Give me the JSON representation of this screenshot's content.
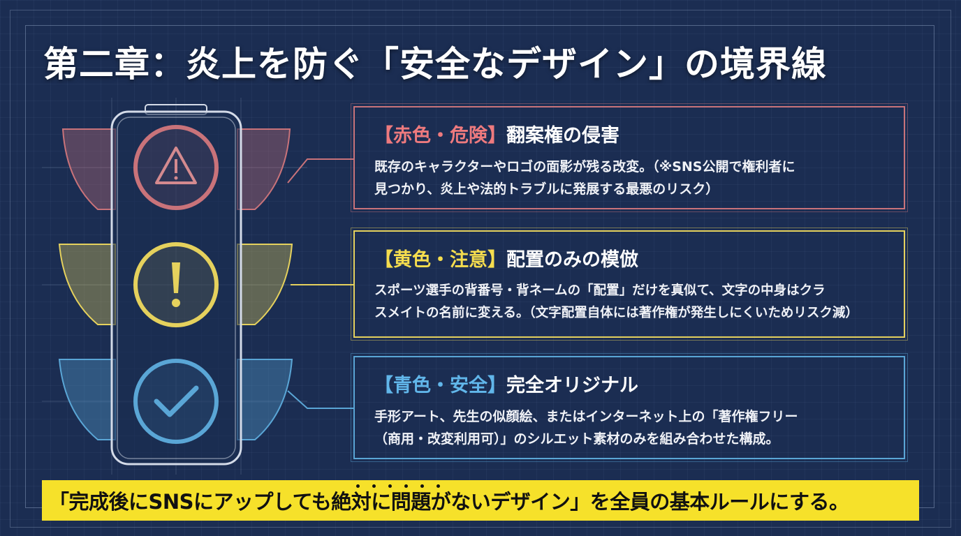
{
  "title": "第二章：炎上を防ぐ「安全なデザイン」の境界線",
  "colors": {
    "background": "#1b2d52",
    "red": "#ee7a7e",
    "yellow": "#f5dd4e",
    "blue": "#61b6ea",
    "banner": "#f6e12a"
  },
  "lights": [
    {
      "color": "red",
      "icon": "warning-triangle-icon"
    },
    {
      "color": "yellow",
      "icon": "exclamation-icon"
    },
    {
      "color": "blue",
      "icon": "checkmark-icon"
    }
  ],
  "panels": {
    "red": {
      "tag": "【赤色・危険】",
      "name": "翻案権の侵害",
      "lines": [
        "既存のキャラクターやロゴの面影が残る改変。（※SNS公開で権利者に",
        "見つかり、炎上や法的トラブルに発展する最悪のリスク）"
      ]
    },
    "yellow": {
      "tag": "【黄色・注意】",
      "name": "配置のみの模倣",
      "lines": [
        "スポーツ選手の背番号・背ネームの「配置」だけを真似て、文字の中身はクラ",
        "スメイトの名前に変える。（文字配置自体には著作権が発生しにくいためリスク減）"
      ]
    },
    "blue": {
      "tag": "【青色・安全】",
      "name": "完全オリジナル",
      "lines": [
        "手形アート、先生の似顔絵、またはインターネット上の「著作権フリー",
        "（商用・改変利用可）」のシルエット素材のみを組み合わせた構成。"
      ]
    }
  },
  "footer": "「完成後にSNSにアップしても絶対に問題がないデザイン」を全員の基本ルールにする。"
}
